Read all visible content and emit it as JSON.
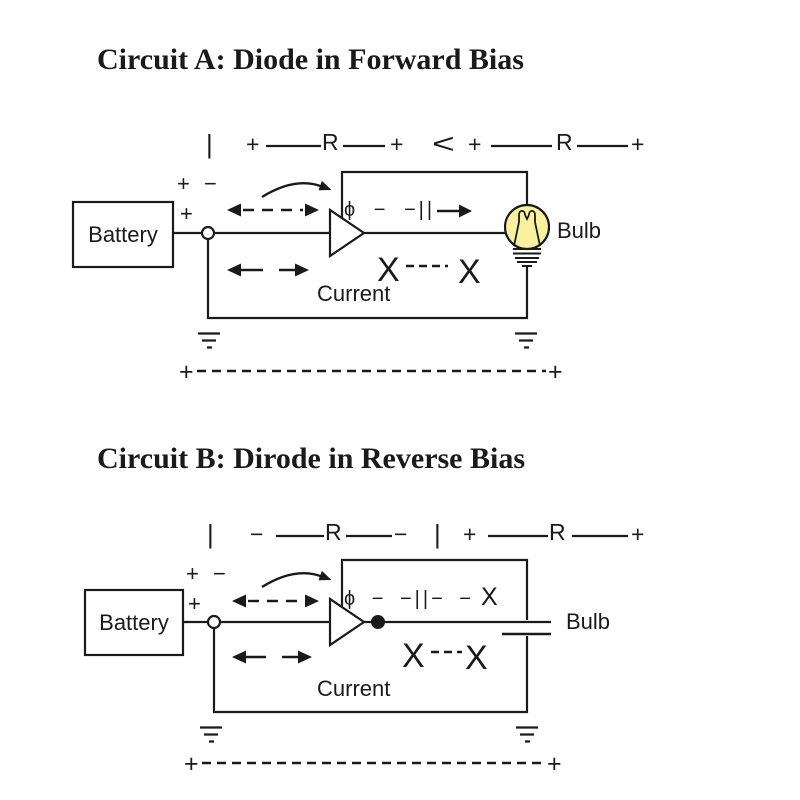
{
  "colors": {
    "ink": "#1a1a1a",
    "bulb_fill": "#F8F1A0",
    "background": "#ffffff"
  },
  "circuit_a": {
    "title": "Circuit A: Diode in Forward Bias",
    "top_row": {
      "bar": "|",
      "plus_1": "+",
      "resistor_1": "R",
      "plus_2": "+",
      "less_than": "<",
      "plus_3": "+",
      "resistor_2": "R",
      "plus_4": "+"
    },
    "battery": {
      "label": "Battery",
      "polarity_top": "+ −",
      "polarity_bottom": "+"
    },
    "diode_note": "ϕ − −||",
    "bulb_label": "Bulb",
    "x_row": {
      "left": "X",
      "right": "X"
    },
    "current_label": "Current",
    "bottom_rail": {
      "plus_left": "+",
      "plus_right": "+"
    }
  },
  "circuit_b": {
    "title": "Circuit B: Dirode in Reverse Bias",
    "top_row": {
      "bar_1": "|",
      "minus_1": "−",
      "resistor_1": "R",
      "minus_2": "−",
      "bar_2": "|",
      "plus_1": "+",
      "resistor_2": "R",
      "plus_2": "+"
    },
    "battery": {
      "label": "Battery",
      "polarity_top": "+ −",
      "polarity_bottom": "+"
    },
    "diode_note": "ϕ − −||− −",
    "x_mark": "X",
    "bulb_label": "Bulb",
    "x_row": {
      "left": "X",
      "right": "X"
    },
    "current_label": "Current",
    "bottom_rail": {
      "plus_left": "+",
      "plus_right": "+"
    }
  }
}
